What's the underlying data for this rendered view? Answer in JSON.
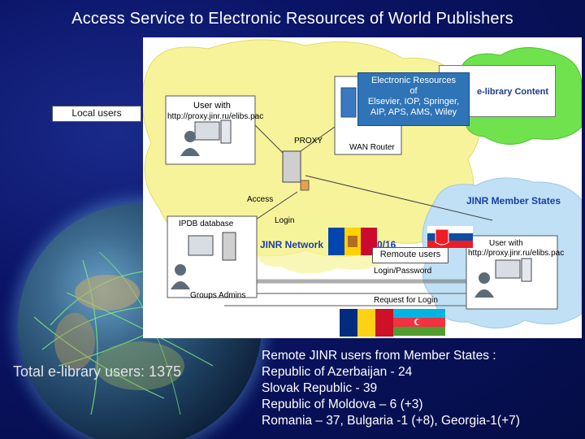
{
  "title": "Access Service to Electronic Resources of World Publishers",
  "diagram": {
    "local_users_label": "Local users",
    "remote_users_label": "Remoute users",
    "electronic_resources": {
      "line1": "Electronic Resources",
      "line2": "of",
      "line3": "Elsevier, IOP, Springer,",
      "line4": "AIP, APS, AMS, Wiley"
    },
    "elibrary_content": "e-library Content",
    "local_host_label": "User with",
    "local_host_url": "http://proxy.jinr.ru/elibs.pac",
    "remote_host_label": "User with",
    "remote_host_url": "http://proxy.jinr.ru/elibs.pac",
    "proxy_label": "PROXY",
    "wan_router_label": "WAN Router",
    "access_label": "Access",
    "login_label": "Login",
    "ipdb_label": "IPDB database",
    "group_admins_label": "Groups Admins",
    "jinr_network_label": "JINR Network",
    "jinr_network_suffix": "0/16",
    "jinr_member_states_label": "JINR Member States",
    "login_password_label": "Login/Password",
    "request_login_label": "Request for Login"
  },
  "total_users": "Total e-library users: 1375",
  "remote_lines": [
    "Remote JINR users from Member States :",
    "Republic of Azerbaijan - 24",
    "Slovak Republic -  39",
    "Republic of Moldova – 6 (+3)",
    "Romania – 37, Bulgaria -1 (+8), Georgia-1(+7)"
  ],
  "colors": {
    "background": "#0a1466",
    "local_cloud": "#f6f39a",
    "remote_cloud": "#bfe0f5",
    "elibrary_cloud": "#6fe24e",
    "er_box": "#2f74b7"
  },
  "icons": [
    "globe-icon",
    "proxy-server-icon",
    "wan-router-icon",
    "ipdb-server-icon",
    "user-workstation-icon",
    "moldova-flag-icon",
    "slovakia-flag-icon",
    "romania-flag-icon",
    "azerbaijan-flag-icon",
    "document-icon"
  ]
}
